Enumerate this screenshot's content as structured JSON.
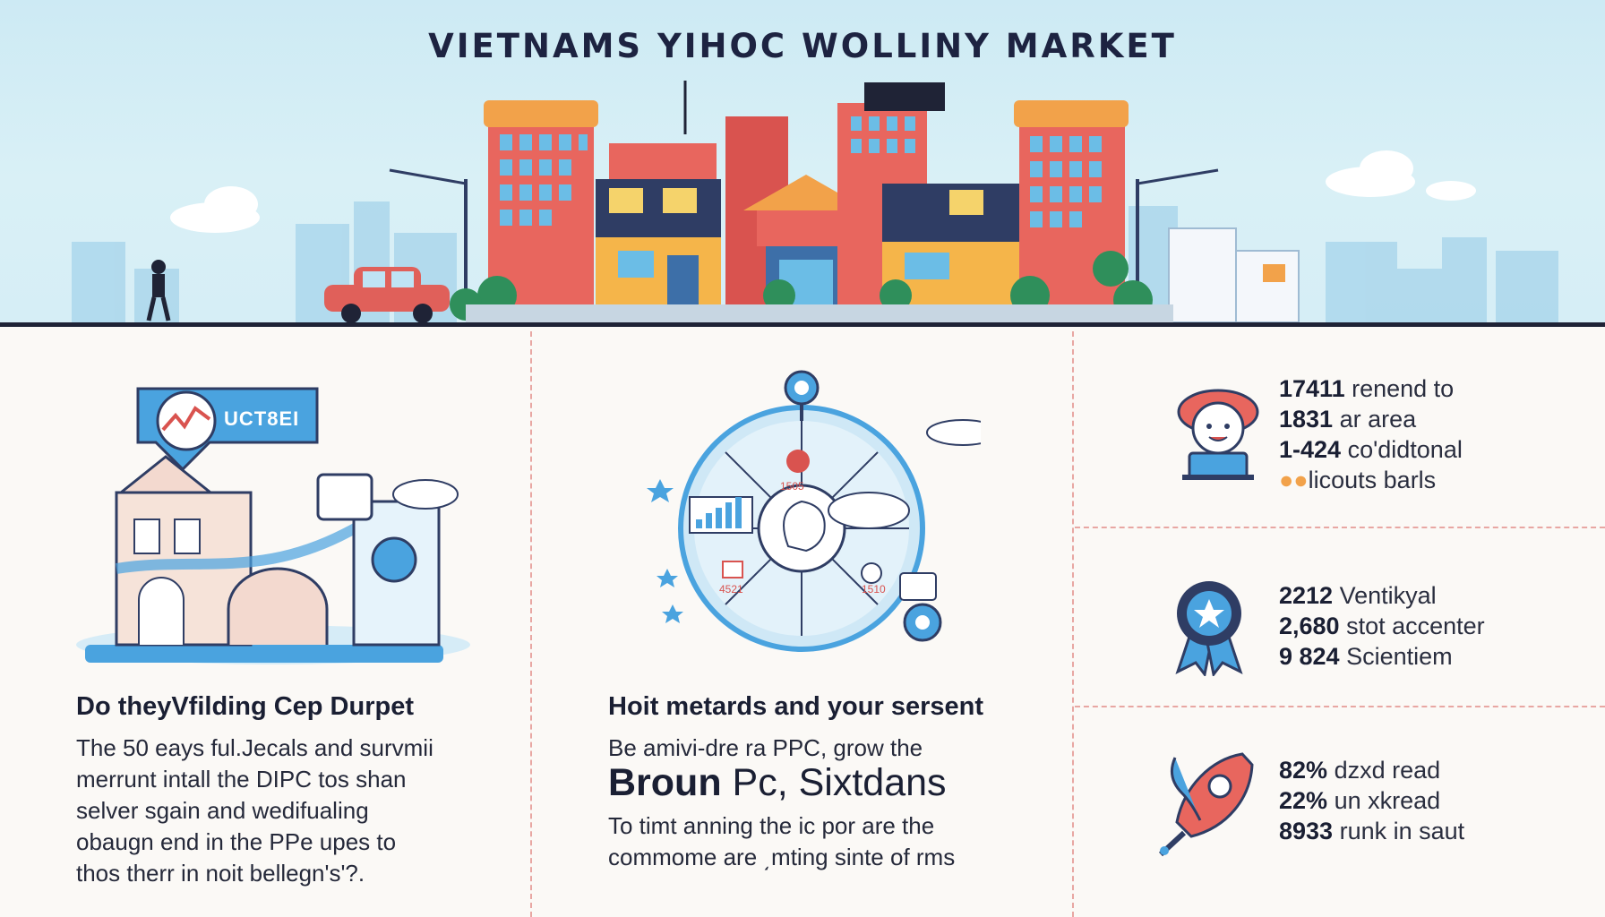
{
  "hero": {
    "title": "VIETNAMS YIHOC WOLLINY MARKET"
  },
  "left_card": {
    "badge_text": "UCT8EI",
    "heading": "Do theyVfilding Cep Durpet",
    "body_lines": [
      "The 50 eays ful.Jecals and survmii",
      "merrunt intall the DIPC tos shan",
      "selver sgain and wedifualing",
      "obaugn end in the PPe upes to",
      "thos therr in noit bellegn's'?."
    ]
  },
  "mid_card": {
    "wheel_labels": [
      "1505",
      "4521",
      "1510"
    ],
    "heading": "Hoit metards and your sersent",
    "line_1": "Be amivi-dre ra PPC, grow the",
    "big_bold": "Broun",
    "big_rest": "Pc, Sixtdans",
    "line_3": "To timt anning the ic por are the",
    "line_4": "commome are ͵mting sinte of rms"
  },
  "stats": {
    "group_1": [
      {
        "num": "17411",
        "text": "renend to"
      },
      {
        "num": "1831",
        "text": "ar area"
      },
      {
        "num": "1-424",
        "text": "co'didtonal"
      },
      {
        "num": "",
        "text": "licouts barls"
      }
    ],
    "group_2": [
      {
        "num": "2212",
        "text": "Ventikyal"
      },
      {
        "num": "2,680",
        "text": "stot accenter"
      },
      {
        "num": "9 824",
        "text": "Scientiem"
      }
    ],
    "group_3": [
      {
        "num": "82%",
        "text": "dzxd read"
      },
      {
        "num": "22%",
        "text": "un xkread"
      },
      {
        "num": "8933",
        "text": "runk in saut"
      }
    ]
  },
  "colors": {
    "sky": "#cdeaf4",
    "navy": "#1f2336",
    "accent_blue": "#4aa3df",
    "divider": "#e8a7a3",
    "orange": "#f2a24a",
    "red": "#d9534f"
  },
  "icons": {
    "badge": "trend-badge-icon",
    "avatar": "person-avatar-icon",
    "ribbon": "award-ribbon-icon",
    "rocket": "rocket-icon"
  }
}
